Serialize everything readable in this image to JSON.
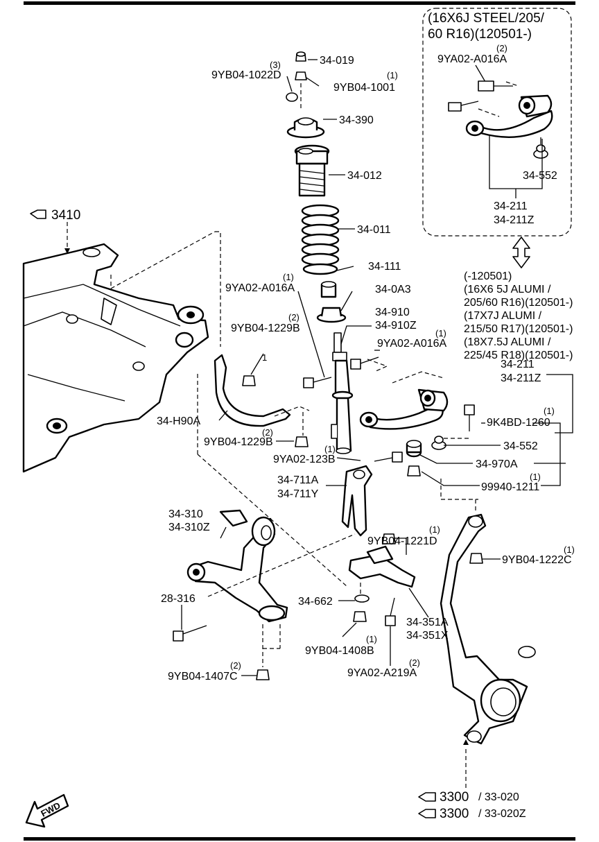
{
  "inset": {
    "title_line1": "(16X6J STEEL/205/",
    "title_line2": "60 R16)(120501-)",
    "bolt_qty": "(2)",
    "bolt_code": "9YA02-A016A",
    "bushing_code": "34-552",
    "arm_code1": "34-211",
    "arm_code2": "34-211Z"
  },
  "applicability": [
    "(-120501)",
    "(16X6 5J ALUMI /",
    "205/60 R16)(120501-)",
    "(17X7J ALUMI /",
    "215/50 R17)(120501-)",
    "(18X7.5J ALUMI /",
    "225/45 R18)(120501-)"
  ],
  "refs": {
    "r3410": "3410",
    "r3300": "3300",
    "r3300_sub1": "/ 33-020",
    "r3300_sub2": "/ 33-020Z"
  },
  "fwd": "FWD",
  "labels": {
    "p34019": "34-019",
    "q3": "(3)",
    "p9yb041022d": "9YB04-1022D",
    "q1a": "(1)",
    "p9yb041001": "9YB04-1001",
    "p34390": "34-390",
    "p34012": "34-012",
    "p34011": "34-011",
    "p34111": "34-111",
    "q1b": "(1)",
    "p9ya02a016a_l": "9YA02-A016A",
    "p340a3": "34-0A3",
    "p34910": "34-910",
    "p34910z": "34-910Z",
    "q2a": "(2)",
    "p9yb041229b_t": "9YB04-1229B",
    "q1c": "(1)",
    "p9ya02a016a_r": "9YA02-A016A",
    "one": "1",
    "p34211": "34-211",
    "p34211z": "34-211Z",
    "q1d": "(1)",
    "p9k4bd1260": "9K4BD-1260",
    "p34h90a": "34-H90A",
    "p34552": "34-552",
    "q2b": "(2)",
    "p9yb041229b_b": "9YB04-1229B",
    "q1e": "(1)",
    "p9ya02123b": "9YA02-123B",
    "p34970a": "34-970A",
    "q1f": "(1)",
    "p999401211": "99940-1211",
    "p34711a": "34-711A",
    "p34711y": "34-711Y",
    "p34310": "34-310",
    "p34310z": "34-310Z",
    "q1g": "(1)",
    "p9yb041221d": "9YB04-1221D",
    "q1h": "(1)",
    "p9yb041222c": "9YB04-1222C",
    "p28316": "28-316",
    "p34662": "34-662",
    "p34351a": "34-351A",
    "p34351x": "34-351X",
    "q1i": "(1)",
    "p9yb041408b": "9YB04-1408B",
    "q2c": "(2)",
    "p9ya02a219a": "9YA02-A219A",
    "q2d": "(2)",
    "p9yb041407c": "9YB04-1407C"
  }
}
